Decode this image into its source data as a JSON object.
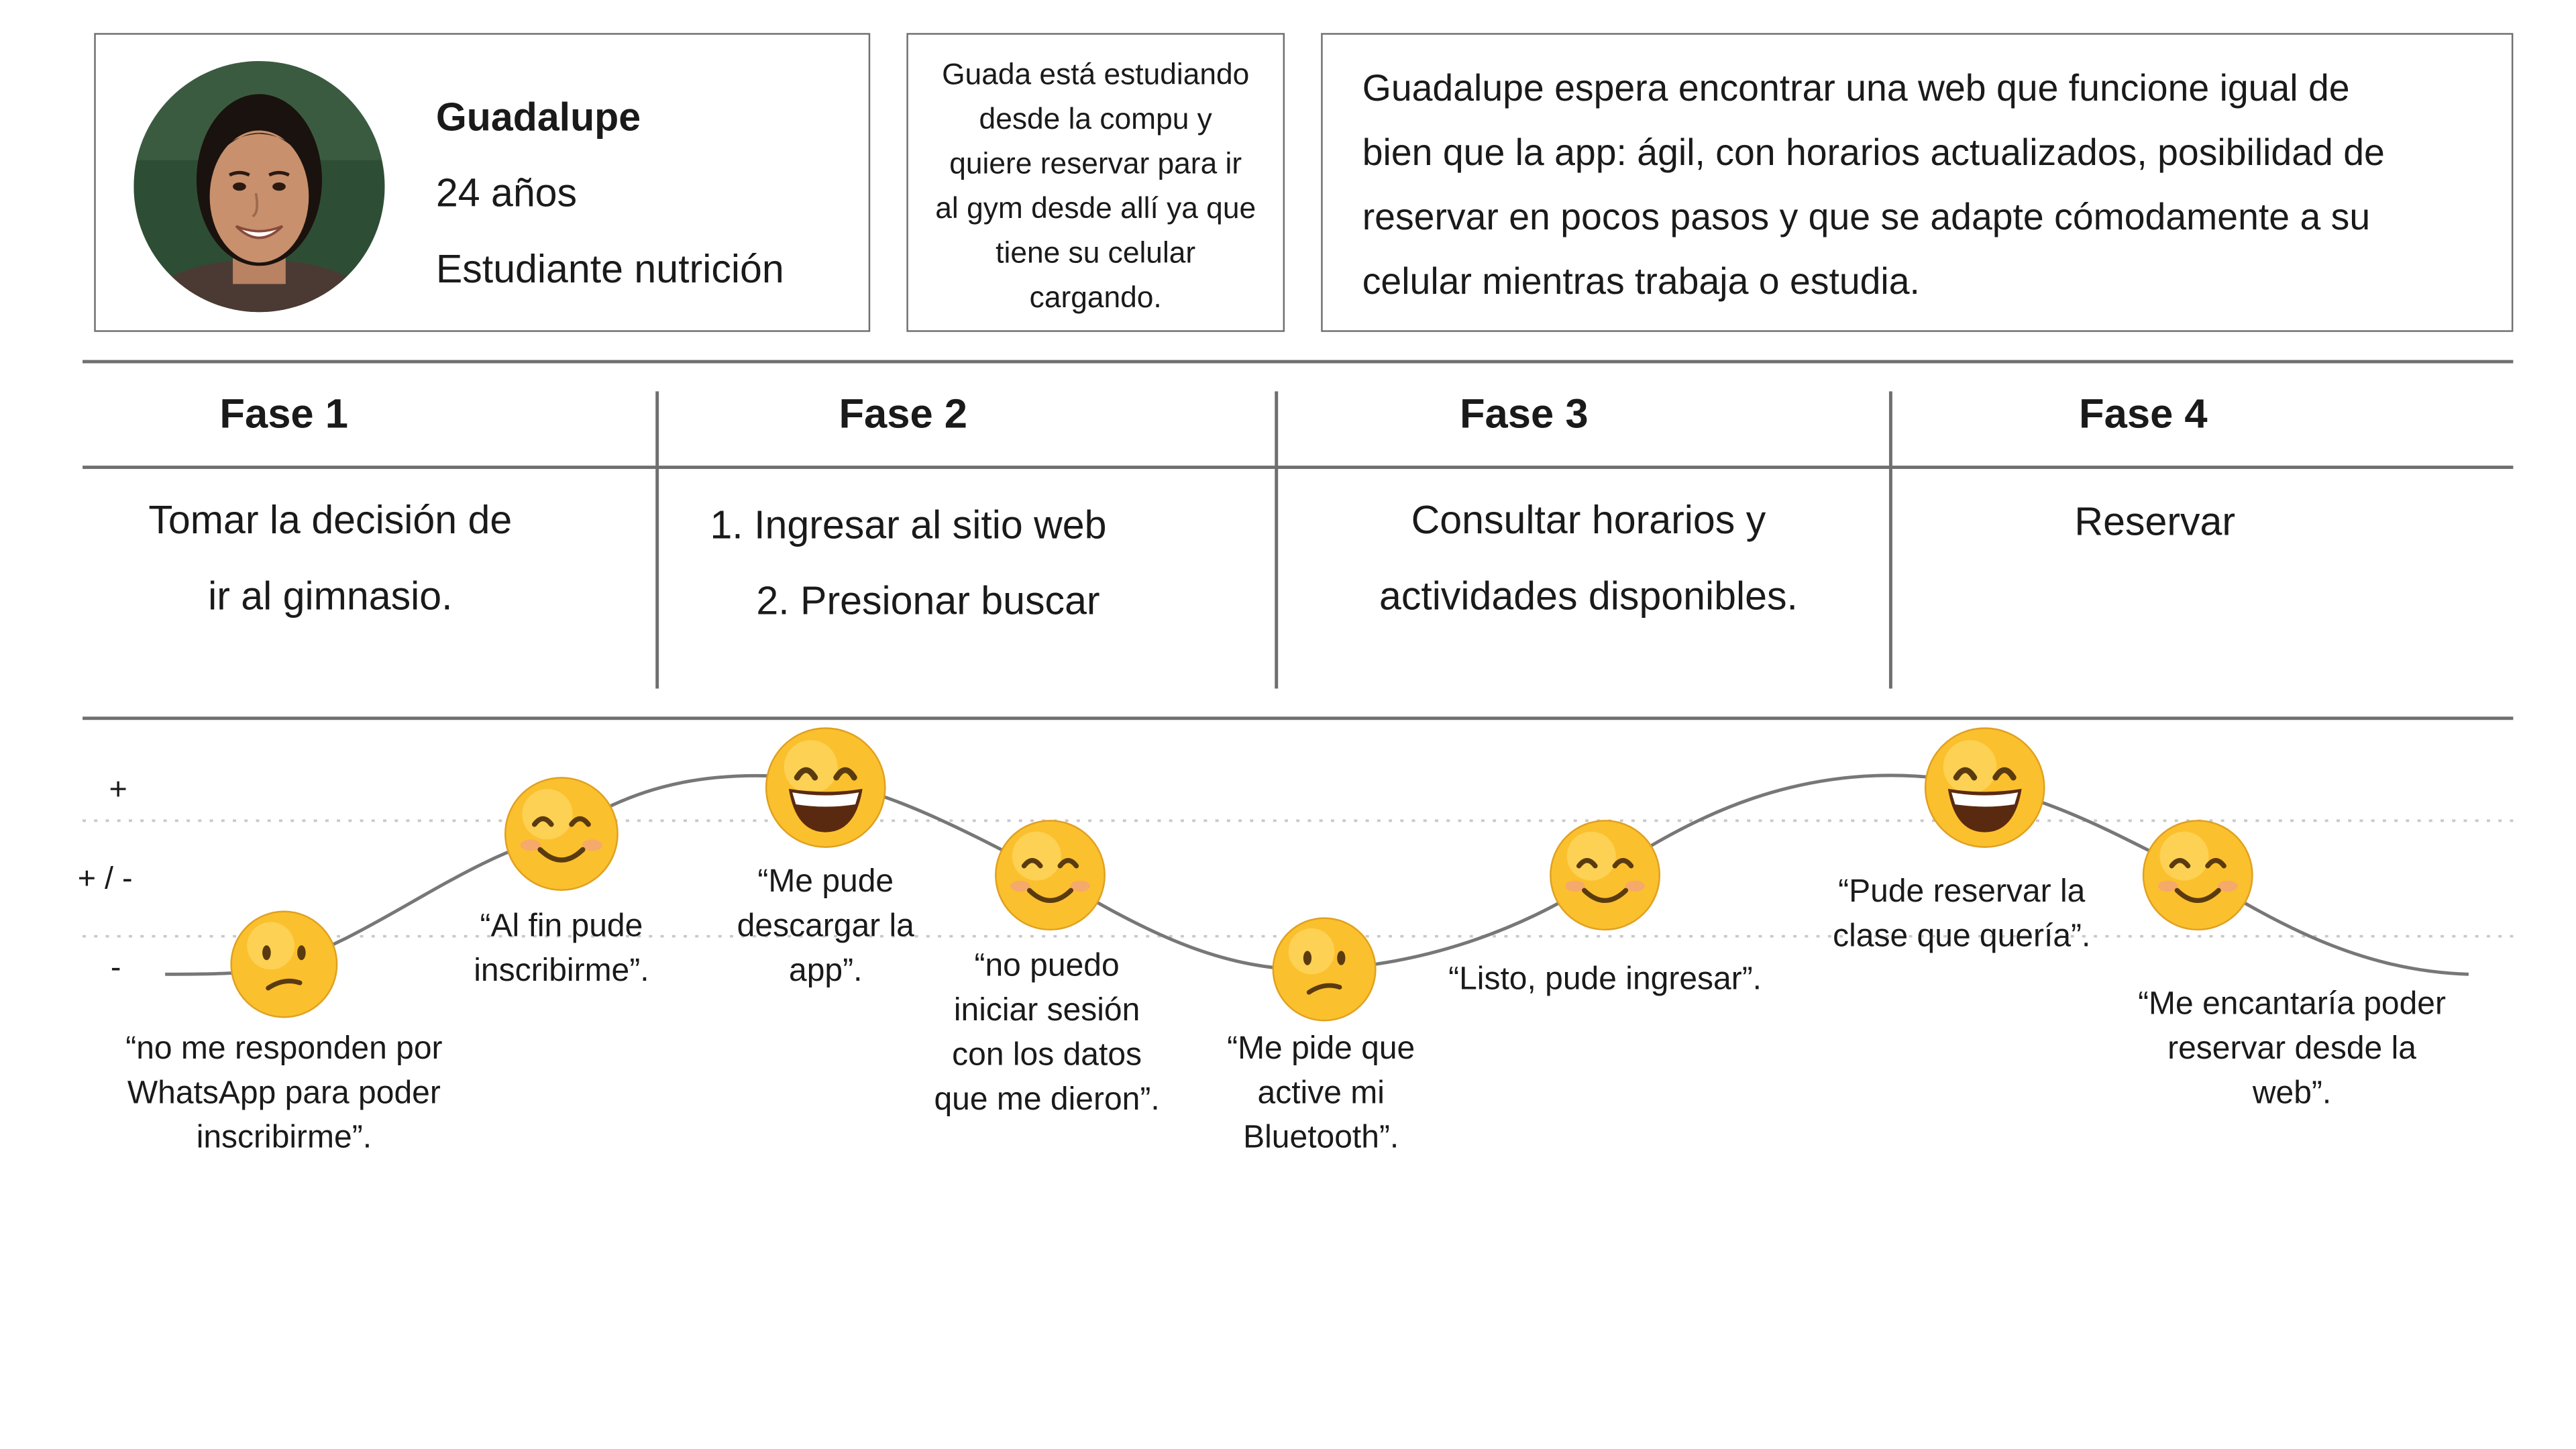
{
  "persona": {
    "name": "Guadalupe",
    "age": "24 años",
    "role": "Estudiante nutrición"
  },
  "context_lines": [
    "Guada está estudiando",
    "desde la compu y",
    "quiere reservar para ir",
    "al gym desde allí ya que",
    "tiene su celular",
    "cargando."
  ],
  "expectation_lines": [
    "Guadalupe espera encontrar una web que funcione igual de",
    "bien que la app: ágil, con horarios actualizados, posibilidad de",
    "reservar en pocos pasos y que se adapte cómodamente a su",
    "celular mientras trabaja o estudia."
  ],
  "phases": [
    {
      "title": "Fase 1",
      "lines": [
        "Tomar la decisión de",
        "ir al gimnasio."
      ]
    },
    {
      "title": "Fase 2",
      "lines": [
        "1.  Ingresar al sitio web",
        "2. Presionar buscar"
      ]
    },
    {
      "title": "Fase 3",
      "lines": [
        "Consultar horarios y",
        "actividades disponibles."
      ]
    },
    {
      "title": "Fase 4",
      "lines": [
        "Reservar"
      ]
    }
  ],
  "axis_labels": {
    "positive": "+",
    "neutral": "+ / -",
    "negative": "-"
  },
  "journey": [
    {
      "emotion": "confused",
      "level": "negative",
      "lines": [
        "“no me responden por",
        "WhatsApp para poder",
        "inscribirme”."
      ]
    },
    {
      "emotion": "smiling",
      "level": "neutral",
      "lines": [
        "“Al fin pude",
        "inscribirme”."
      ]
    },
    {
      "emotion": "grinning",
      "level": "positive",
      "lines": [
        "“Me pude",
        "descargar la",
        "app”."
      ]
    },
    {
      "emotion": "smiling",
      "level": "neutral",
      "lines": [
        "“no puedo",
        "iniciar sesión",
        "con los datos",
        "que me dieron”."
      ]
    },
    {
      "emotion": "confused",
      "level": "negative",
      "lines": [
        "“Me pide que",
        "active mi",
        "Bluetooth”."
      ]
    },
    {
      "emotion": "smiling",
      "level": "neutral",
      "lines": [
        "“Listo, pude ingresar”."
      ]
    },
    {
      "emotion": "grinning",
      "level": "positive",
      "lines": [
        "“Pude reservar la",
        "clase que quería”."
      ]
    },
    {
      "emotion": "smiling",
      "level": "neutral",
      "lines": [
        "“Me encantaría poder",
        "reservar desde la",
        "web”."
      ]
    }
  ],
  "colors": {
    "border": "#6f6f6f",
    "emoji_face": "#fbc02d",
    "curve": "#777777",
    "dotted": "#c8c8c8"
  }
}
